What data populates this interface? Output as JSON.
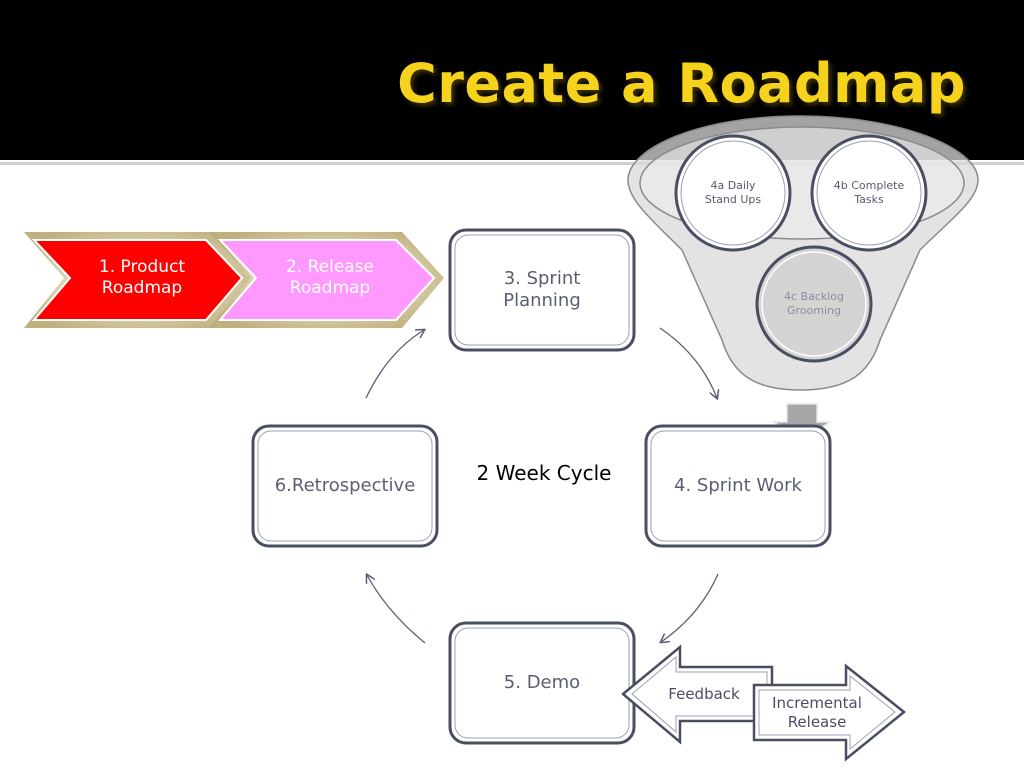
{
  "slide": {
    "title": "Create a Roadmap",
    "cycle_label": "2 Week Cycle"
  },
  "chevrons": [
    {
      "label": "1. Product Roadmap",
      "color": "#ff0000"
    },
    {
      "label": "2. Release Roadmap",
      "color": "#ff99ff"
    }
  ],
  "steps": [
    {
      "label": "3. Sprint Planning"
    },
    {
      "label": "4. Sprint Work"
    },
    {
      "label": "5. Demo"
    },
    {
      "label": "6.Retrospective"
    }
  ],
  "funnel_items": [
    {
      "label": "4a Daily Stand Ups"
    },
    {
      "label": "4b Complete Tasks"
    },
    {
      "label": "4c Backlog Grooming"
    }
  ],
  "outputs": {
    "feedback": "Feedback",
    "incremental_release": "Incremental Release"
  },
  "colors": {
    "header_bg": "#000000",
    "title": "#f5d21b",
    "box_border": "#4a4e62",
    "funnel_fill": "#d9d9d9"
  }
}
